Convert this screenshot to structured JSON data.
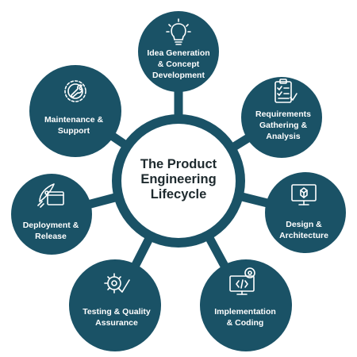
{
  "center": {
    "line1": "The Product",
    "line2": "Engineering",
    "line3": "Lifecycle"
  },
  "nodes": [
    {
      "lines": [
        "Idea Generation",
        "& Concept",
        "Development"
      ],
      "icon": "lightbulb-icon"
    },
    {
      "lines": [
        "Requirements",
        "Gathering &",
        "Analysis"
      ],
      "icon": "clipboard-checklist-icon"
    },
    {
      "lines": [
        "Design &",
        "Architecture"
      ],
      "icon": "3d-design-monitor-icon"
    },
    {
      "lines": [
        "Implementation",
        "& Coding"
      ],
      "icon": "code-monitor-icon"
    },
    {
      "lines": [
        "Testing & Quality",
        "Assurance"
      ],
      "icon": "gear-checkmark-icon"
    },
    {
      "lines": [
        "Deployment &",
        "Release"
      ],
      "icon": "rocket-window-icon"
    },
    {
      "lines": [
        "Maintenance &",
        "Support"
      ],
      "icon": "wrench-gear-icon"
    }
  ],
  "colors": {
    "node": "#1a5266",
    "text_dark": "#1e2a2e",
    "ring_fill": "#ffffff"
  }
}
